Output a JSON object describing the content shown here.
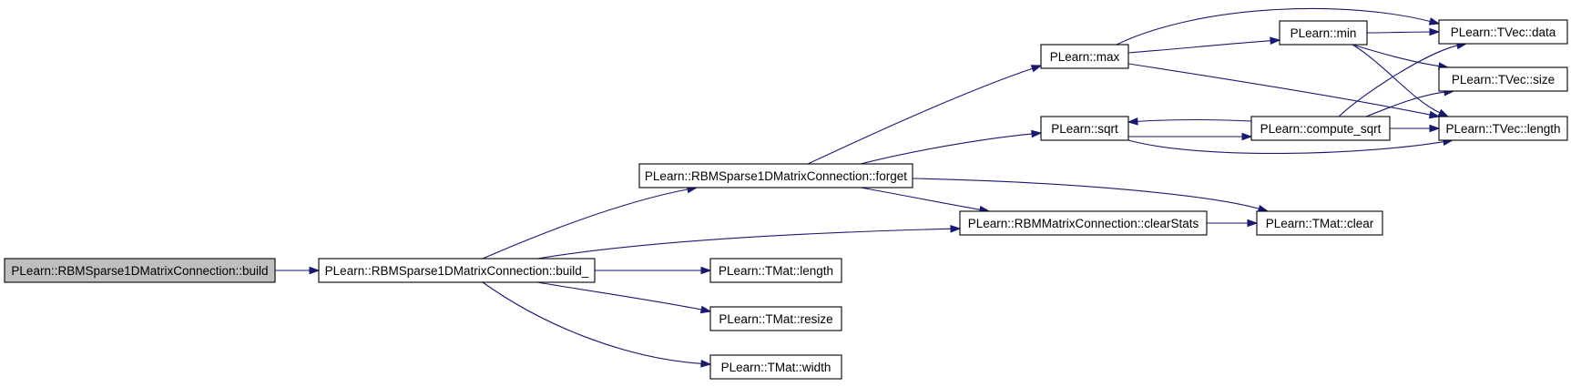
{
  "graph": {
    "nodes": [
      {
        "id": "n_build",
        "label": "PLearn::RBMSparse1DMatrixConnection::build",
        "root": true
      },
      {
        "id": "n_build_",
        "label": "PLearn::RBMSparse1DMatrixConnection::build_"
      },
      {
        "id": "n_forget",
        "label": "PLearn::RBMSparse1DMatrixConnection::forget"
      },
      {
        "id": "n_clearStats",
        "label": "PLearn::RBMMatrixConnection::clearStats"
      },
      {
        "id": "n_tmat_length",
        "label": "PLearn::TMat::length"
      },
      {
        "id": "n_tmat_resize",
        "label": "PLearn::TMat::resize"
      },
      {
        "id": "n_tmat_width",
        "label": "PLearn::TMat::width"
      },
      {
        "id": "n_max",
        "label": "PLearn::max"
      },
      {
        "id": "n_sqrt",
        "label": "PLearn::sqrt"
      },
      {
        "id": "n_tmat_clear",
        "label": "PLearn::TMat::clear"
      },
      {
        "id": "n_min",
        "label": "PLearn::min"
      },
      {
        "id": "n_compute_sqrt",
        "label": "PLearn::compute_sqrt"
      },
      {
        "id": "n_tvec_data",
        "label": "PLearn::TVec::data"
      },
      {
        "id": "n_tvec_size",
        "label": "PLearn::TVec::size"
      },
      {
        "id": "n_tvec_length",
        "label": "PLearn::TVec::length"
      }
    ],
    "edges": [
      {
        "from": "n_build",
        "to": "n_build_"
      },
      {
        "from": "n_build_",
        "to": "n_forget"
      },
      {
        "from": "n_build_",
        "to": "n_clearStats"
      },
      {
        "from": "n_build_",
        "to": "n_tmat_length"
      },
      {
        "from": "n_build_",
        "to": "n_tmat_resize"
      },
      {
        "from": "n_build_",
        "to": "n_tmat_width"
      },
      {
        "from": "n_forget",
        "to": "n_max"
      },
      {
        "from": "n_forget",
        "to": "n_sqrt"
      },
      {
        "from": "n_forget",
        "to": "n_clearStats"
      },
      {
        "from": "n_forget",
        "to": "n_tmat_clear"
      },
      {
        "from": "n_clearStats",
        "to": "n_tmat_clear"
      },
      {
        "from": "n_max",
        "to": "n_tvec_data"
      },
      {
        "from": "n_max",
        "to": "n_min"
      },
      {
        "from": "n_max",
        "to": "n_tvec_length"
      },
      {
        "from": "n_min",
        "to": "n_tvec_data"
      },
      {
        "from": "n_min",
        "to": "n_tvec_size"
      },
      {
        "from": "n_min",
        "to": "n_tvec_length"
      },
      {
        "from": "n_sqrt",
        "to": "n_compute_sqrt"
      },
      {
        "from": "n_sqrt",
        "to": "n_tvec_length"
      },
      {
        "from": "n_compute_sqrt",
        "to": "n_sqrt"
      },
      {
        "from": "n_compute_sqrt",
        "to": "n_tvec_data"
      },
      {
        "from": "n_compute_sqrt",
        "to": "n_tvec_size"
      },
      {
        "from": "n_compute_sqrt",
        "to": "n_tvec_length"
      }
    ]
  }
}
